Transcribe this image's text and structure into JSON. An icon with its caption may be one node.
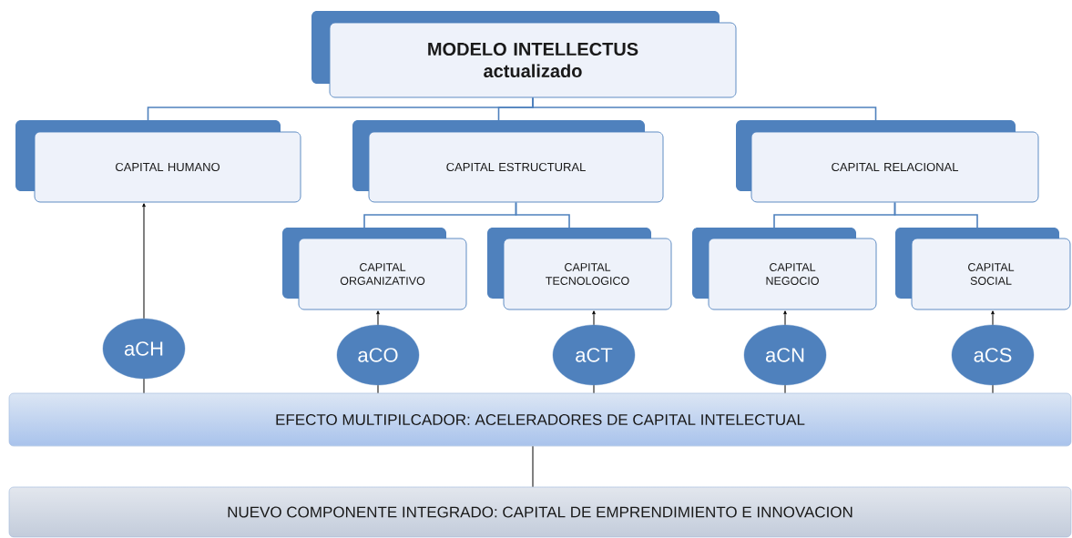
{
  "diagram": {
    "nodes": [
      {
        "text": [
          "MODELO INTELLECTUS actualizado"
        ]
      },
      {
        "text": [
          "CAPITAL HUMANO"
        ]
      },
      {
        "text": [
          "CAPITAL ESTRUCTURAL"
        ]
      },
      {
        "text": [
          "CAPITAL RELACIONAL"
        ]
      },
      {
        "text": [
          "CAPITAL ORGANIZATIVO"
        ]
      },
      {
        "text": [
          "CAPITAL TECNOLOGICO"
        ]
      },
      {
        "text": [
          "CAPITAL NEGOCIO"
        ]
      },
      {
        "text": [
          "CAPITAL SOCIAL"
        ]
      },
      {
        "text": [
          "aCH"
        ]
      },
      {
        "text": [
          "aCO"
        ]
      },
      {
        "text": [
          "aCT"
        ]
      },
      {
        "text": [
          "aCN"
        ]
      },
      {
        "text": [
          "aCS"
        ]
      },
      {
        "text": [
          "EFECTO MULTIPILCADOR: ACELERADORES DE CAPITAL INTELECTUAL"
        ]
      },
      {
        "text": [
          "NUEVO COMPONENTE INTEGRADO: CAPITAL DE EMPRENDIMIENTO E INNOVACION"
        ]
      }
    ],
    "edges": [
      {
        "from": 0,
        "to": 1,
        "arrow": "none",
        "color": "#4f81bd"
      },
      {
        "from": 0,
        "to": 2,
        "arrow": "none",
        "color": "#4f81bd"
      },
      {
        "from": 0,
        "to": 3,
        "arrow": "none",
        "color": "#4f81bd"
      },
      {
        "from": 2,
        "to": 4,
        "arrow": "none",
        "color": "#4f81bd"
      },
      {
        "from": 2,
        "to": 5,
        "arrow": "none",
        "color": "#4f81bd"
      },
      {
        "from": 3,
        "to": 6,
        "arrow": "none",
        "color": "#4f81bd"
      },
      {
        "from": 3,
        "to": 7,
        "arrow": "none",
        "color": "#4f81bd"
      },
      {
        "from": 8,
        "to": 1,
        "arrow": "to"
      },
      {
        "from": 9,
        "to": 4,
        "arrow": "to"
      },
      {
        "from": 10,
        "to": 5,
        "arrow": "to"
      },
      {
        "from": 11,
        "to": 6,
        "arrow": "to"
      },
      {
        "from": 12,
        "to": 7,
        "arrow": "to"
      },
      {
        "from": 13,
        "to": 8,
        "arrow": "none"
      },
      {
        "from": 13,
        "to": 9,
        "arrow": "none"
      },
      {
        "from": 13,
        "to": 10,
        "arrow": "none"
      },
      {
        "from": 13,
        "to": 11,
        "arrow": "none"
      },
      {
        "from": 13,
        "to": 12,
        "arrow": "none"
      },
      {
        "from": 13,
        "to": 14,
        "arrow": "none"
      }
    ]
  }
}
